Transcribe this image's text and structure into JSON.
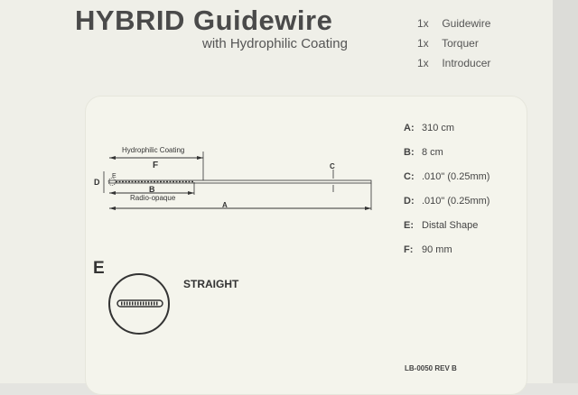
{
  "header": {
    "title": "HYBRID Guidewire",
    "subtitle": "with Hydrophilic Coating"
  },
  "contents": [
    {
      "qty": "1x",
      "item": "Guidewire"
    },
    {
      "qty": "1x",
      "item": "Torquer"
    },
    {
      "qty": "1x",
      "item": "Introducer"
    }
  ],
  "diagram": {
    "coating_label": "Hydrophilic Coating",
    "radio_label": "Radio-opaque",
    "letters": {
      "A": "A",
      "B": "B",
      "C": "C",
      "D": "D",
      "E": "E",
      "F": "F"
    }
  },
  "specs": [
    {
      "key": "A:",
      "value": "310 cm"
    },
    {
      "key": "B:",
      "value": "8 cm"
    },
    {
      "key": "C:",
      "value": ".010\" (0.25mm)"
    },
    {
      "key": "D:",
      "value": ".010\" (0.25mm)"
    },
    {
      "key": "E:",
      "value": "Distal Shape"
    },
    {
      "key": "F:",
      "value": "90 mm"
    }
  ],
  "distal": {
    "letter": "E",
    "shape": "STRAIGHT"
  },
  "code": "LB-0050 REV B"
}
